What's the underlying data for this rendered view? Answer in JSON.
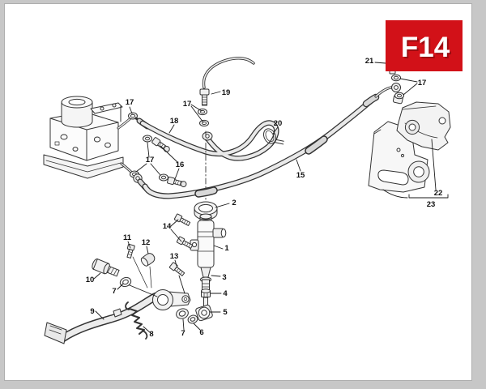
{
  "page_code": "F14",
  "badge_color": "#d21118",
  "badge_shadow_color": "#8e0b10",
  "line_color": "#333333",
  "labels": [
    {
      "text": "21"
    },
    {
      "text": "17"
    },
    {
      "text": "19"
    },
    {
      "text": "17"
    },
    {
      "text": "17"
    },
    {
      "text": "18"
    },
    {
      "text": "20"
    },
    {
      "text": "16"
    },
    {
      "text": "17"
    },
    {
      "text": "15"
    },
    {
      "text": "2"
    },
    {
      "text": "22"
    },
    {
      "text": "23"
    },
    {
      "text": "14"
    },
    {
      "text": "1"
    },
    {
      "text": "11"
    },
    {
      "text": "12"
    },
    {
      "text": "13"
    },
    {
      "text": "3"
    },
    {
      "text": "4"
    },
    {
      "text": "10"
    },
    {
      "text": "7"
    },
    {
      "text": "5"
    },
    {
      "text": "9"
    },
    {
      "text": "8"
    },
    {
      "text": "7"
    },
    {
      "text": "6"
    }
  ]
}
